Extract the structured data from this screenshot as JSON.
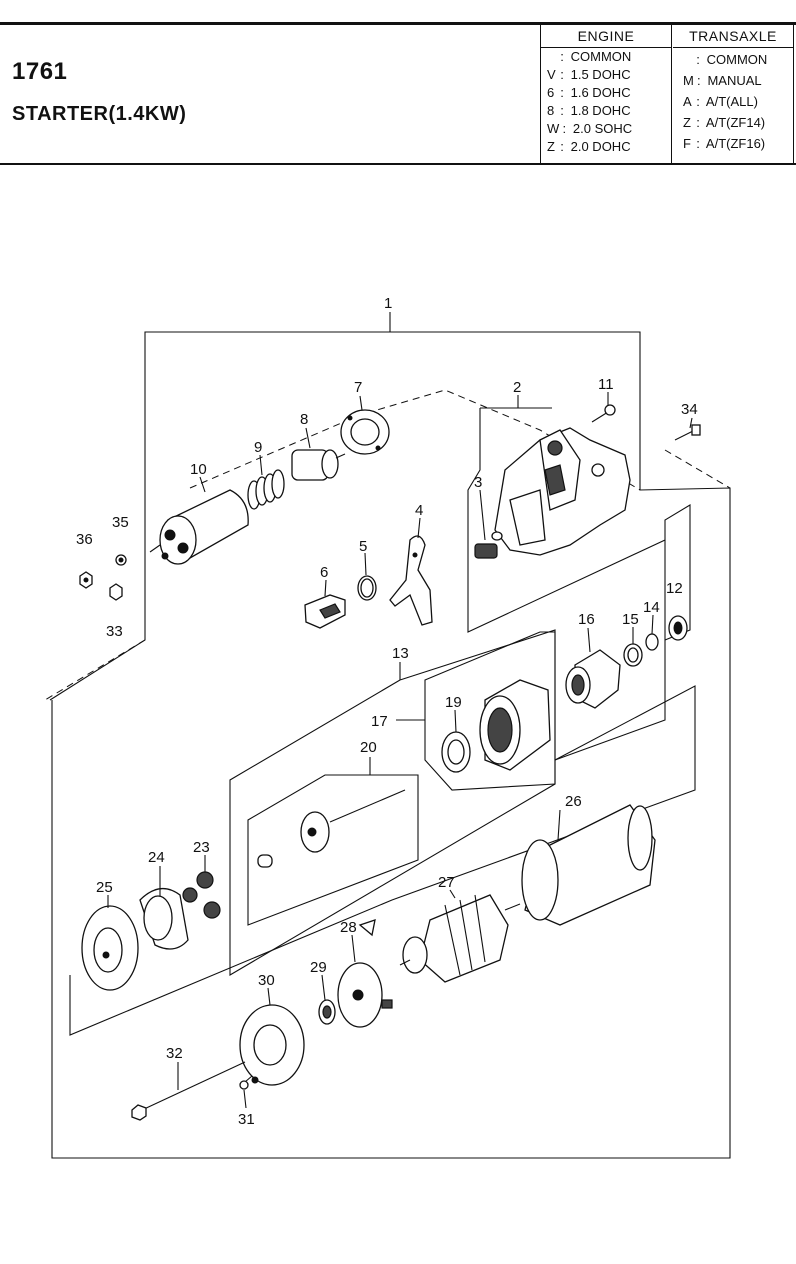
{
  "header": {
    "code": "1761",
    "title": "STARTER(1.4KW)"
  },
  "legend": {
    "engine": {
      "heading": "ENGINE",
      "rows": [
        {
          "key": "",
          "label": "COMMON"
        },
        {
          "key": "V",
          "label": "1.5 DOHC"
        },
        {
          "key": "6",
          "label": "1.6 DOHC"
        },
        {
          "key": "8",
          "label": "1.8 DOHC"
        },
        {
          "key": "W",
          "label": "2.0 SOHC"
        },
        {
          "key": "Z",
          "label": "2.0 DOHC"
        }
      ]
    },
    "transaxle": {
      "heading": "TRANSAXLE",
      "rows": [
        {
          "key": "",
          "label": "COMMON"
        },
        {
          "key": "M",
          "label": "MANUAL"
        },
        {
          "key": "A",
          "label": "A/T(ALL)"
        },
        {
          "key": "Z",
          "label": "A/T(ZF14)"
        },
        {
          "key": "F",
          "label": "A/T(ZF16)"
        }
      ]
    }
  },
  "callouts": {
    "c1": "1",
    "c2": "2",
    "c3": "3",
    "c4": "4",
    "c5": "5",
    "c6": "6",
    "c7": "7",
    "c8": "8",
    "c9": "9",
    "c10": "10",
    "c11": "11",
    "c12": "12",
    "c13": "13",
    "c14": "14",
    "c15": "15",
    "c16": "16",
    "c17": "17",
    "c19": "19",
    "c20": "20",
    "c23": "23",
    "c24": "24",
    "c25": "25",
    "c26": "26",
    "c27": "27",
    "c28": "28",
    "c29": "29",
    "c30": "30",
    "c31": "31",
    "c32": "32",
    "c33": "33",
    "c34": "34",
    "c35": "35",
    "c36": "36"
  }
}
